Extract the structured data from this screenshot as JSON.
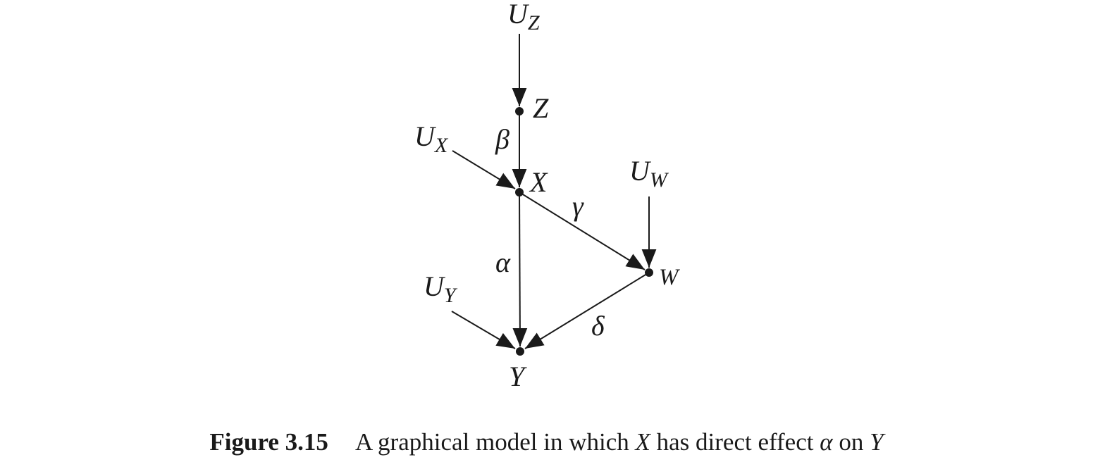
{
  "diagram": {
    "nodes": {
      "z": {
        "label": "Z"
      },
      "x": {
        "label": "X"
      },
      "w": {
        "label": "W"
      },
      "y": {
        "label": "Y"
      }
    },
    "exogenous": {
      "uz": {
        "base": "U",
        "sub": "Z"
      },
      "ux": {
        "base": "U",
        "sub": "X"
      },
      "uw": {
        "base": "U",
        "sub": "W"
      },
      "uy": {
        "base": "U",
        "sub": "Y"
      }
    },
    "edges": {
      "beta": {
        "from": "Z",
        "to": "X",
        "label": "β"
      },
      "gamma": {
        "from": "X",
        "to": "W",
        "label": "γ"
      },
      "alpha": {
        "from": "X",
        "to": "Y",
        "label": "α"
      },
      "delta": {
        "from": "W",
        "to": "Y",
        "label": "δ"
      }
    },
    "disturbance_edges": [
      {
        "from": "UZ",
        "to": "Z"
      },
      {
        "from": "UX",
        "to": "X"
      },
      {
        "from": "UW",
        "to": "W"
      },
      {
        "from": "UY",
        "to": "Y"
      }
    ]
  },
  "caption": {
    "label": "Figure 3.15",
    "text_1": "A graphical model in which ",
    "var_x": "X",
    "text_2": " has direct effect ",
    "var_alpha": "α",
    "text_3": " on ",
    "var_y": "Y"
  }
}
